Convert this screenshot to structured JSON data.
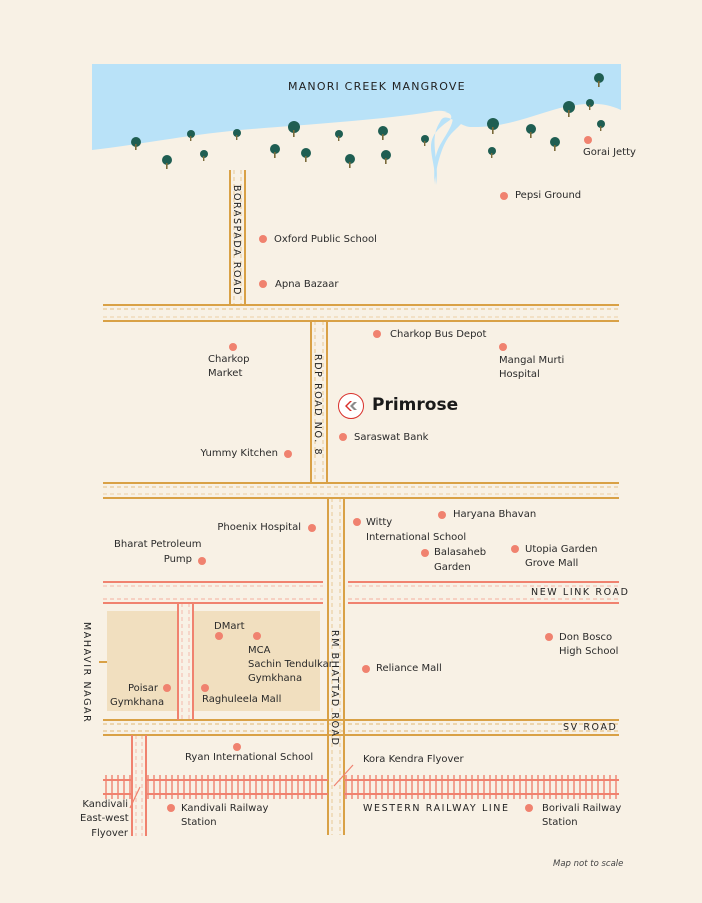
{
  "map": {
    "title_water": "MANORI CREEK MANGROVE",
    "footer_note": "Map not to scale",
    "colors": {
      "background": "#f8f1e5",
      "water": "#b9e2f8",
      "main_road": "#d9a146",
      "secondary_road": "#f0826f",
      "poi_dot": "#f0826f",
      "block": "#f1dfbf",
      "tree": "#1f5e52"
    },
    "project": {
      "name": "Primrose",
      "icon": "primrose-logo-icon"
    },
    "roads": {
      "boraspada": "BORASPADA ROAD",
      "rdp": "RDP ROAD NO. 8",
      "rm_bhattad": "RM BHATTAD ROAD",
      "new_link": "NEW LINK ROAD",
      "sv": "SV ROAD",
      "railway": "WESTERN RAILWAY LINE",
      "mahavir": "MAHAVIR NAGAR"
    },
    "pois": {
      "gorai_jetty": "Gorai Jetty",
      "pepsi_ground": "Pepsi Ground",
      "oxford_school": "Oxford Public School",
      "apna_bazaar": "Apna Bazaar",
      "charkop_bus_depot": "Charkop Bus Depot",
      "charkop_market_1": "Charkop",
      "charkop_market_2": "Market",
      "mangal_murti_1": "Mangal Murti",
      "mangal_murti_2": "Hospital",
      "saraswat_bank": "Saraswat Bank",
      "yummy_kitchen": "Yummy Kitchen",
      "phoenix_hospital": "Phoenix Hospital",
      "witty_1": "Witty",
      "witty_2": "International School",
      "haryana_bhavan": "Haryana Bhavan",
      "balasaheb_1": "Balasaheb",
      "balasaheb_2": "Garden",
      "utopia_1": "Utopia Garden",
      "utopia_2": "Grove Mall",
      "bharat_petroleum_1": "Bharat Petroleum",
      "bharat_petroleum_2": "Pump",
      "dmart": "DMart",
      "mca_1": "MCA",
      "mca_2": "Sachin Tendulkar",
      "mca_3": "Gymkhana",
      "poisar_1": "Poisar",
      "poisar_2": "Gymkhana",
      "raghuleela_mall": "Raghuleela Mall",
      "reliance_mall": "Reliance Mall",
      "don_bosco_1": "Don Bosco",
      "don_bosco_2": "High School",
      "ryan_school": "Ryan International School",
      "kora_kendra": "Kora Kendra Flyover",
      "kandivali_flyover_1": "Kandivali",
      "kandivali_flyover_2": "East-west",
      "kandivali_flyover_3": "Flyover",
      "kandivali_station_1": "Kandivali Railway",
      "kandivali_station_2": "Station",
      "borivali_station_1": "Borivali Railway",
      "borivali_station_2": "Station"
    }
  }
}
